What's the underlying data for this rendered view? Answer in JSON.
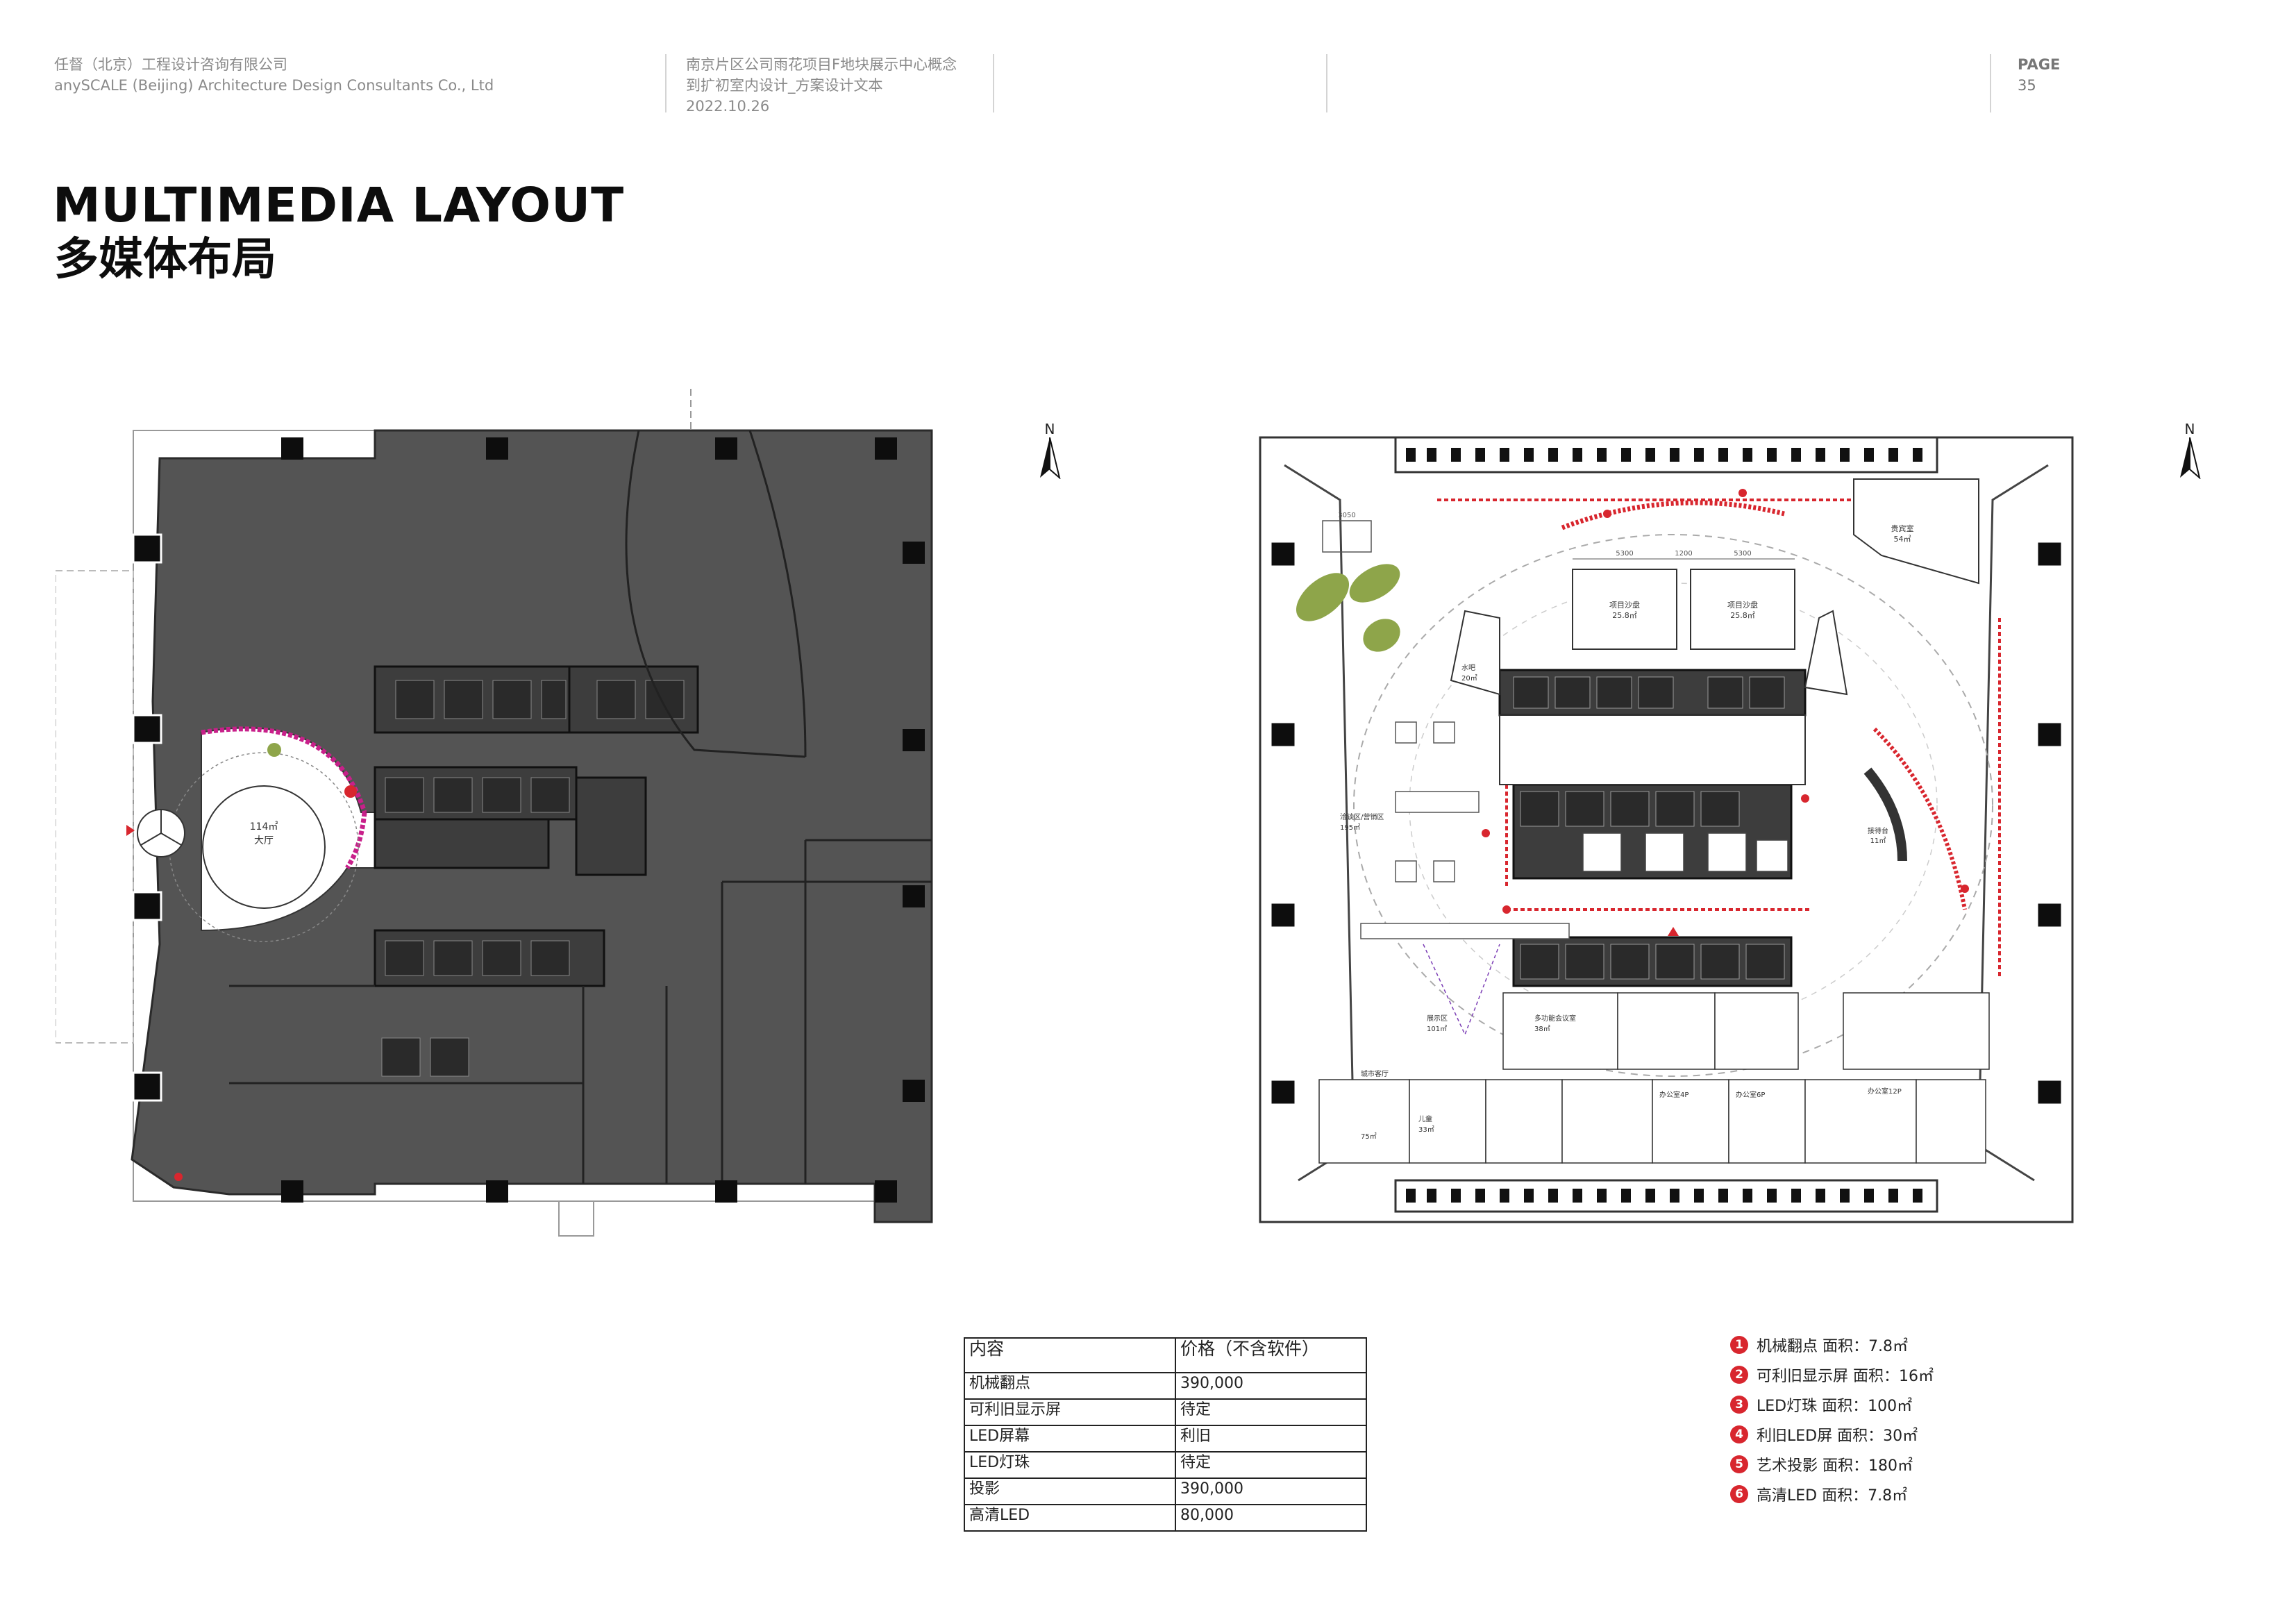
{
  "header": {
    "company_cn": "任督（北京）工程设计咨询有限公司",
    "company_en": "anySCALE (Beijing) Architecture Design Consultants Co., Ltd",
    "project_line1": "南京片区公司雨花项目F地块展示中心概念",
    "project_line2": "到扩初室内设计_方案设计文本",
    "date": "2022.10.26",
    "page_label": "PAGE",
    "page_number": "35"
  },
  "title": {
    "en": "MULTIMEDIA LAYOUT",
    "cn": "多媒体布局"
  },
  "north_label": "N",
  "left_plan": {
    "lobby_area": "114㎡",
    "lobby_name": "大厅"
  },
  "right_plan": {
    "rooms": {
      "sandtable_a": "项目沙盘",
      "sandtable_a_area": "25.8㎡",
      "sandtable_b": "项目沙盘",
      "sandtable_b_area": "25.8㎡",
      "water_bar": "水吧",
      "water_bar_area": "20㎡",
      "negotiation": "洽谈区/营销区",
      "negotiation_area": "195㎡",
      "reception": "接待台",
      "reception_area": "11㎡",
      "gallery": "展示区",
      "gallery_area": "101㎡",
      "vip_room": "贵宾室",
      "vip_room_area": "54㎡",
      "city_hall": "城市客厅",
      "city_hall_area": "75㎡",
      "kids": "儿童",
      "kids_area": "33㎡",
      "meeting": "多功能会议室",
      "meeting_area": "38㎡",
      "office_1": "办公室4P",
      "office_2": "办公室6P",
      "office_3": "办公室12P"
    },
    "dims": {
      "d1": "3050",
      "d2": "5300",
      "d3": "1200",
      "d4": "5300"
    }
  },
  "price_table": {
    "header": [
      "内容",
      "价格（不含软件）"
    ],
    "rows": [
      [
        "机械翻点",
        "390,000"
      ],
      [
        "可利旧显示屏",
        "待定"
      ],
      [
        "LED屏幕",
        "利旧"
      ],
      [
        "LED灯珠",
        "待定"
      ],
      [
        "投影",
        "390,000"
      ],
      [
        "高清LED",
        "80,000"
      ]
    ]
  },
  "legend": [
    {
      "num": "1",
      "text": "机械翻点 面积：7.8㎡"
    },
    {
      "num": "2",
      "text": "可利旧显示屏 面积：16㎡"
    },
    {
      "num": "3",
      "text": "LED灯珠 面积：100㎡"
    },
    {
      "num": "4",
      "text": "利旧LED屏 面积：30㎡"
    },
    {
      "num": "5",
      "text": "艺术投影 面积：180㎡"
    },
    {
      "num": "6",
      "text": "高清LED 面积：7.8㎡"
    }
  ],
  "colors": {
    "accent_red": "#d8262e",
    "magenta_led": "#c8208a",
    "plan_dark": "#545454",
    "greenery": "#8ea54a"
  }
}
